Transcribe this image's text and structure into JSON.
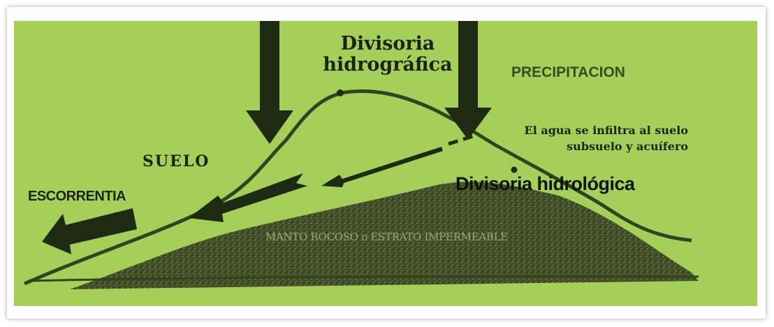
{
  "labels": {
    "divisoria_hidrografica_line1": "Divisoria",
    "divisoria_hidrografica_line2": "hidrográfica",
    "precipitacion": "PRECIPITACION",
    "infiltra_line1": "El agua se infiltra al suelo",
    "infiltra_line2": "subsuelo y acuífero",
    "suelo": "SUELO",
    "escorrentia": "ESCORRENTIA",
    "divisoria_hidrologica": "Divisoria hidrológica",
    "manto": "MANTO ROCOSO o ESTRATO IMPERMEABLE"
  },
  "colors": {
    "background": "#a4d05a",
    "ground_line": "#2f4420",
    "arrows": "#1e2a12",
    "rock_layer": "#3e4a24",
    "text": "#1c2410"
  }
}
